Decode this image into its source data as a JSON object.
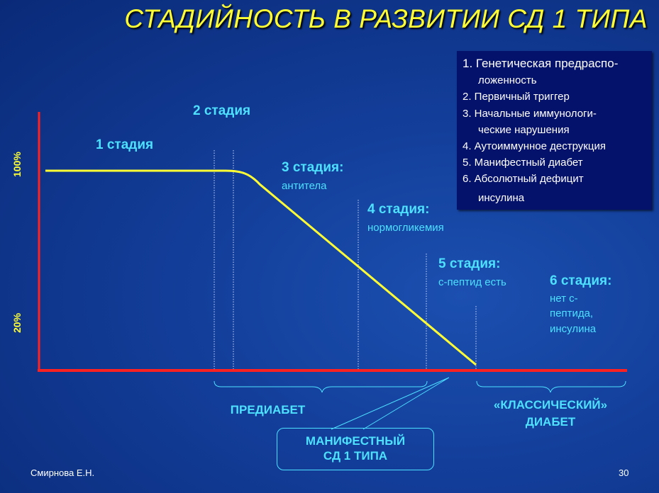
{
  "title": "СТАДИЙНОСТЬ В РАЗВИТИИ СД 1 ТИПА",
  "y_axis": {
    "label_top": "100%",
    "label_bottom": "20%"
  },
  "stages": [
    {
      "head": "1 стадия",
      "sub": ""
    },
    {
      "head": "2 стадия",
      "sub": ""
    },
    {
      "head": "3 стадия:",
      "sub": "антитела"
    },
    {
      "head": "4 стадия:",
      "sub": "нормогликемия"
    },
    {
      "head": "5 стадия:",
      "sub": "с-пептид есть"
    },
    {
      "head": "6 стадия:",
      "sub_lines": [
        "нет с-",
        "пептида,",
        "инсулина"
      ]
    }
  ],
  "legend": {
    "lines": [
      "1. Генетическая предраспо-",
      "ложенность",
      "2. Первичный триггер",
      "3. Начальные иммунологи-",
      "ческие нарушения",
      "4. Аутоиммунное деструкция",
      "5. Манифестный диабет",
      "6. Абсолютный дефицит",
      "инсулина"
    ]
  },
  "brackets": {
    "prediabet": "ПРЕДИАБЕТ",
    "classic_line1": "«КЛАССИЧЕСКИЙ»",
    "classic_line2": "ДИАБЕТ"
  },
  "manifest": {
    "line1": "МАНИФЕСТНЫЙ",
    "line2": "СД 1 ТИПА"
  },
  "footer": {
    "author": "Смирнова Е.Н.",
    "page": "30"
  },
  "colors": {
    "curve": "#ffff33",
    "axes": "#ff2020",
    "accent": "#4de0ff",
    "title": "#ffff33"
  }
}
